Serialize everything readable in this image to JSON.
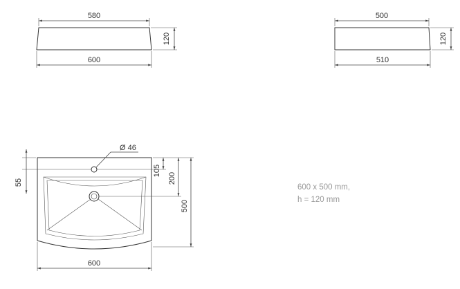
{
  "front_view": {
    "top_width": "580",
    "height": "120",
    "bottom_width": "600"
  },
  "side_view": {
    "top_width": "500",
    "height": "120",
    "bottom_width": "510"
  },
  "top_view": {
    "hole_diameter": "Ø 46",
    "dim_105": "105",
    "dim_200": "200",
    "dim_55": "55",
    "depth": "500",
    "width": "600"
  },
  "spec": {
    "line1": "600 x 500 mm,",
    "line2": "h = 120 mm"
  },
  "colors": {
    "line": "#333333",
    "note": "#9a9a9a"
  }
}
